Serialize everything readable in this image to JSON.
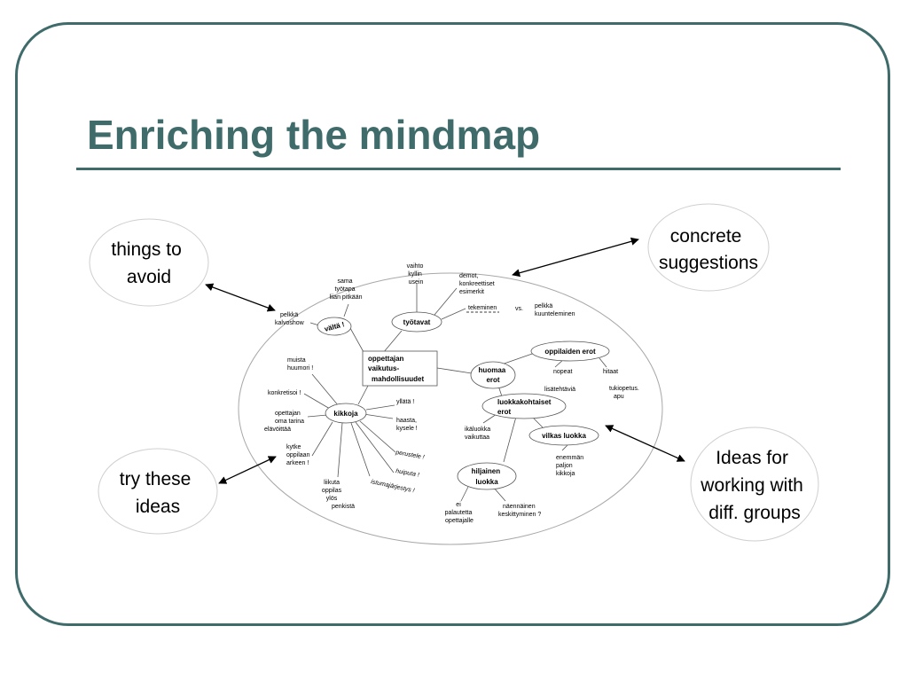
{
  "title": "Enriching the mindmap",
  "callouts": {
    "things_to_avoid": [
      "things to",
      "avoid"
    ],
    "concrete_suggestions": [
      "concrete",
      "suggestions"
    ],
    "try_these_ideas": [
      "try these",
      "ideas"
    ],
    "ideas_for_groups": [
      "Ideas for",
      "working with",
      "diff. groups"
    ]
  },
  "mindmap": {
    "center": [
      "oppettajan",
      "vaikutus-",
      "mahdollisuudet"
    ],
    "valta": {
      "label": "vältä !",
      "sama": [
        "sama",
        "työtapa",
        "liian pitkään"
      ],
      "pelkka": [
        "pelkkä",
        "kalvoshow"
      ]
    },
    "tyotavat": {
      "label": "työtavat",
      "vaihto": [
        "vaihto",
        "kyllin",
        "usein"
      ],
      "demot": [
        "demot,",
        "konkreettiset",
        "esimerkit"
      ],
      "tekeminen": "tekeminen",
      "vs": "vs.",
      "pelkka": [
        "pelkkä",
        "kuunteleminen"
      ]
    },
    "kikkoja": {
      "label": "kikkoja",
      "muista": [
        "muista",
        "huumori !"
      ],
      "konkretisoi": "konkretisoi !",
      "oma_tarina": [
        "opettajan",
        "oma tarina",
        "elävöittää"
      ],
      "kytke": [
        "kytke",
        "oppilaan",
        "arkeen !"
      ],
      "liikuta": [
        "liikuta",
        "oppilas",
        "ylös",
        "penkistä"
      ],
      "yllata": "yllätä !",
      "haasta": [
        "haasta,",
        "kysele !"
      ],
      "perustele": "perustele !",
      "huiputa": "huiputa !",
      "istumajarjestys": "istumajärjestys !"
    },
    "huomaa": {
      "label": [
        "huomaa",
        "erot"
      ]
    },
    "oppilaiden_erot": {
      "label": "oppilaiden erot",
      "nopeat": [
        "nopeat",
        "lisätehtäviä"
      ],
      "hitaat": [
        "hitaat",
        "tukiopetus.",
        "apu"
      ]
    },
    "luokkakohtaiset": {
      "label": [
        "luokkakohtaiset",
        "erot"
      ],
      "ikaluokka": [
        "ikäluokka",
        "vaikuttaa"
      ]
    },
    "vilkas": {
      "label": "vilkas luokka",
      "enemman": [
        "enemmän",
        "paljon",
        "kikkoja"
      ]
    },
    "hiljainen": {
      "label": [
        "hiljainen",
        "luokka"
      ],
      "ei_palautetta": [
        "ei",
        "palautetta",
        "opettajalle"
      ],
      "naennainen": [
        "näennäinen",
        "keskittyminen ?"
      ]
    }
  },
  "colors": {
    "accent": "#3f6b6b",
    "outline": "#a8a8a8"
  }
}
